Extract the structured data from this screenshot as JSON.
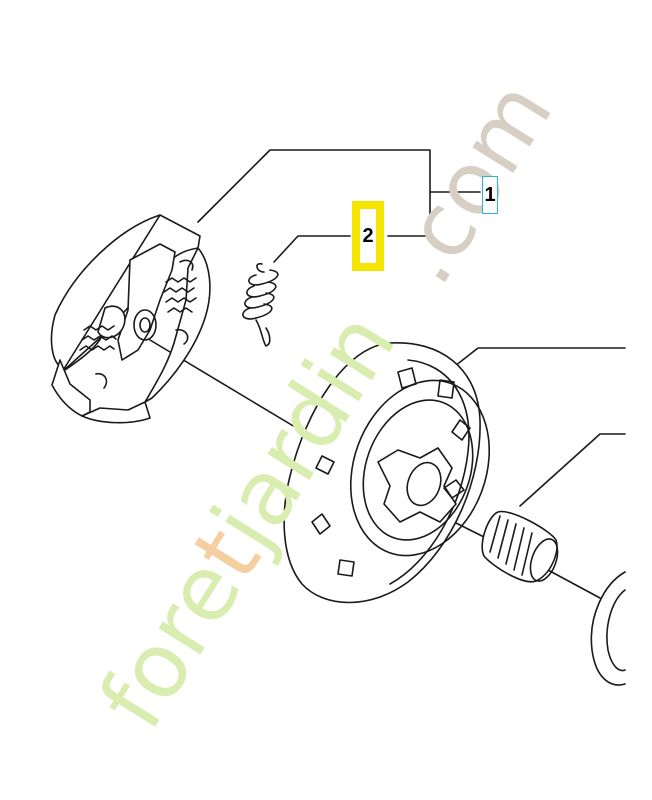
{
  "labels": {
    "part_1": "1",
    "part_2": "2"
  },
  "watermark": {
    "text": "foretjardin.com",
    "colors": {
      "main": "#d9edb0",
      "accent": "#f6cfa0",
      "dot_com": "#d7cfc4"
    }
  },
  "colors": {
    "line": "#1a1a1a",
    "label_1_border": "#29b6d8",
    "label_2_highlight": "#f5e400"
  }
}
